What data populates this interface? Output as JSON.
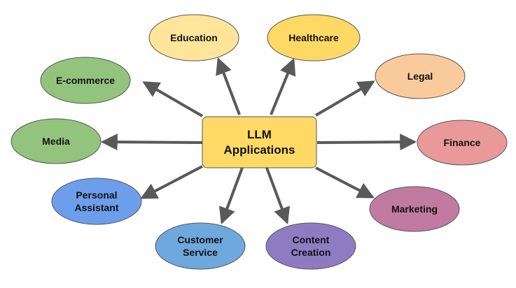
{
  "center": {
    "lines": [
      "LLM",
      "Applications"
    ],
    "color": "#FFD966"
  },
  "nodes": [
    {
      "id": "education",
      "lines": [
        "Education"
      ],
      "color": "#FFE599"
    },
    {
      "id": "healthcare",
      "lines": [
        "Healthcare"
      ],
      "color": "#FFD966"
    },
    {
      "id": "legal",
      "lines": [
        "Legal"
      ],
      "color": "#F9CB9C"
    },
    {
      "id": "finance",
      "lines": [
        "Finance"
      ],
      "color": "#EA9999"
    },
    {
      "id": "marketing",
      "lines": [
        "Marketing"
      ],
      "color": "#C27BA0"
    },
    {
      "id": "content-creation",
      "lines": [
        "Content",
        "Creation"
      ],
      "color": "#8E7CC3"
    },
    {
      "id": "customer-service",
      "lines": [
        "Customer",
        "Service"
      ],
      "color": "#6FA8DC"
    },
    {
      "id": "personal-assistant",
      "lines": [
        "Personal",
        "Assistant"
      ],
      "color": "#6D9EEB"
    },
    {
      "id": "media",
      "lines": [
        "Media"
      ],
      "color": "#93C47D"
    },
    {
      "id": "e-commerce",
      "lines": [
        "E-commerce"
      ],
      "color": "#93C47D"
    }
  ],
  "arrow_color": "#595959"
}
